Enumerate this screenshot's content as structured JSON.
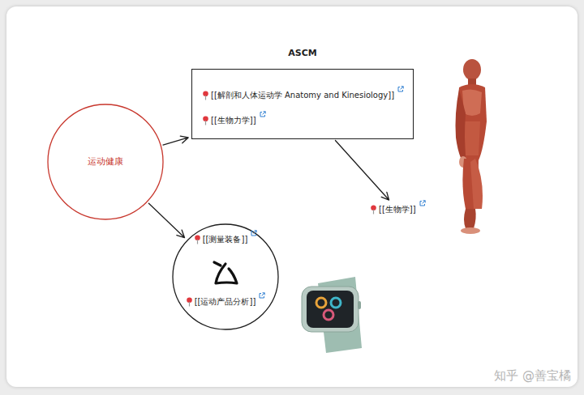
{
  "diagram": {
    "nodes": [
      {
        "text": [
          "运动健康"
        ]
      },
      {
        "text": [
          "ASCM",
          "[[解剖和人体运动学 Anatomy and Kinesiology]]",
          "[[生物力学]]"
        ]
      },
      {
        "text": [
          "[[生物学]]"
        ]
      },
      {
        "text": [
          "[[测量装备]]",
          "[[运动产品分析]]"
        ]
      }
    ],
    "edges": [
      {
        "from": 0,
        "to": 1,
        "arrow": "to"
      },
      {
        "from": 0,
        "to": 3,
        "arrow": "to"
      },
      {
        "from": 1,
        "to": 2,
        "arrow": "to"
      }
    ],
    "labels": [
      "知乎 @善宝橘"
    ]
  }
}
